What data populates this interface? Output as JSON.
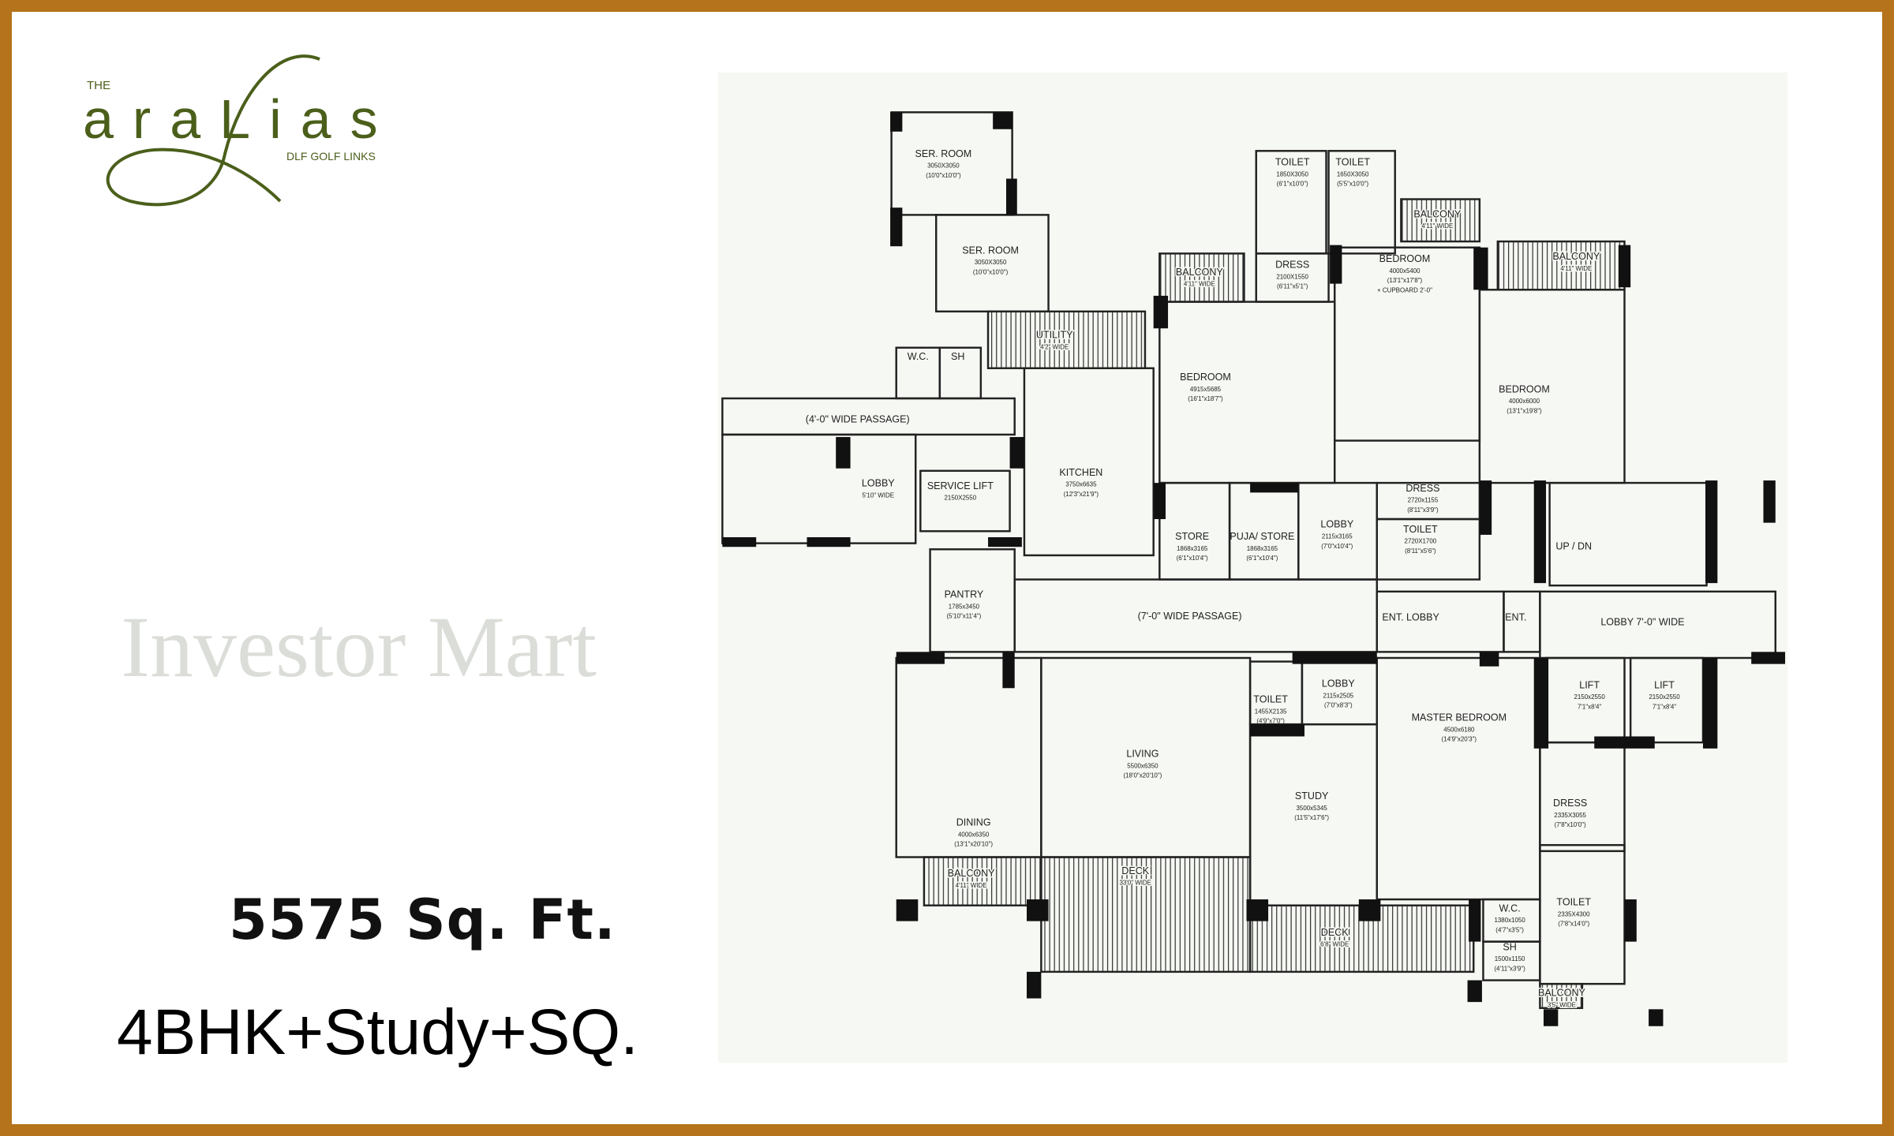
{
  "logo": {
    "prefix": "THE",
    "name": "araLias",
    "tagline": "DLF GOLF LINKS",
    "color": "#4b5f1b"
  },
  "frame_color": "#b5731c",
  "area_label": "5575 Sq. Ft.",
  "configuration": "4BHK+Study+SQ.",
  "watermark": "Investor Mart",
  "rooms": [
    {
      "name": "SER. ROOM",
      "dims": "3050X3050",
      "imperial": "(10'0\"x10'0\")"
    },
    {
      "name": "SER. ROOM",
      "dims": "3050X3050",
      "imperial": "(10'0\"x10'0\")"
    },
    {
      "name": "W.C."
    },
    {
      "name": "SH"
    },
    {
      "name": "UTILITY",
      "dims": "4'2\" WIDE"
    },
    {
      "name": "(4'-0\" WIDE PASSAGE)"
    },
    {
      "name": "LOBBY",
      "dims": "5'10\" WIDE"
    },
    {
      "name": "SERVICE LIFT",
      "dims": "2150X2550"
    },
    {
      "name": "KITCHEN",
      "dims": "3750x6635",
      "imperial": "(12'3\"x21'9\")"
    },
    {
      "name": "BALCONY",
      "dims": "4'11\" WIDE"
    },
    {
      "name": "DRESS",
      "dims": "2100X1550",
      "imperial": "(6'11\"x5'1\")"
    },
    {
      "name": "TOILET",
      "dims": "1850X3050",
      "imperial": "(6'1\"x10'0\")"
    },
    {
      "name": "TOILET",
      "dims": "1650X3050",
      "imperial": "(5'5\"x10'0\")"
    },
    {
      "name": "BALCONY",
      "dims": "4'11\" WIDE"
    },
    {
      "name": "BEDROOM",
      "dims": "4000x5400",
      "imperial": "(13'1\"x17'8\")",
      "note": "+ CUPBOARD 2'-0\""
    },
    {
      "name": "BALCONY",
      "dims": "4'11\" WIDE"
    },
    {
      "name": "BEDROOM",
      "dims": "4915x5685",
      "imperial": "(16'1\"x18'7\")"
    },
    {
      "name": "BEDROOM",
      "dims": "4000x6000",
      "imperial": "(13'1\"x19'8\")"
    },
    {
      "name": "STORE",
      "dims": "1868x3165",
      "imperial": "(6'1\"x10'4\")"
    },
    {
      "name": "PUJA/ STORE",
      "dims": "1868x3165",
      "imperial": "(6'1\"x10'4\")"
    },
    {
      "name": "LOBBY",
      "dims": "2115x3165",
      "imperial": "(7'0\"x10'4\")"
    },
    {
      "name": "DRESS",
      "dims": "2720x1155",
      "imperial": "(8'11\"x3'9\")"
    },
    {
      "name": "TOILET",
      "dims": "2720X1700",
      "imperial": "(8'11\"x5'6\")"
    },
    {
      "name": "UP / DN"
    },
    {
      "name": "PANTRY",
      "dims": "1785x3450",
      "imperial": "(5'10\"x11'4\")"
    },
    {
      "name": "(7'-0\" WIDE PASSAGE)"
    },
    {
      "name": "ENT. LOBBY"
    },
    {
      "name": "ENT."
    },
    {
      "name": "LOBBY 7'-0\" WIDE"
    },
    {
      "name": "LIFT",
      "dims": "2150x2550",
      "imperial": "7'1\"x8'4\""
    },
    {
      "name": "LIFT",
      "dims": "2150x2550",
      "imperial": "7'1\"x8'4\""
    },
    {
      "name": "DINING",
      "dims": "4000x6350",
      "imperial": "(13'1\"x20'10\")"
    },
    {
      "name": "LIVING",
      "dims": "5500x6350",
      "imperial": "(18'0\"x20'10\")"
    },
    {
      "name": "TOILET",
      "dims": "1455X2135",
      "imperial": "(4'9\"x7'0\")"
    },
    {
      "name": "LOBBY",
      "dims": "2115x2505",
      "imperial": "(7'0\"x8'3\")"
    },
    {
      "name": "STUDY",
      "dims": "3500x5345",
      "imperial": "(11'5\"x17'6\")"
    },
    {
      "name": "MASTER BEDROOM",
      "dims": "4500x6180",
      "imperial": "(14'9\"x20'3\")"
    },
    {
      "name": "DRESS",
      "dims": "2335X3055",
      "imperial": "(7'8\"x10'0\")"
    },
    {
      "name": "TOILET",
      "dims": "2335X4300",
      "imperial": "(7'8\"x14'0\")"
    },
    {
      "name": "W.C.",
      "dims": "1380x1050",
      "imperial": "(4'7\"x3'5\")"
    },
    {
      "name": "SH",
      "dims": "1500x1150",
      "imperial": "(4'11\"x3'9\")"
    },
    {
      "name": "BALCONY",
      "dims": "3'5\" WIDE"
    },
    {
      "name": "BALCONY",
      "dims": "4'11\" WIDE"
    },
    {
      "name": "DECK",
      "dims": "33'0\" WIDE"
    },
    {
      "name": "DECK",
      "dims": "6'8\" WIDE"
    }
  ]
}
